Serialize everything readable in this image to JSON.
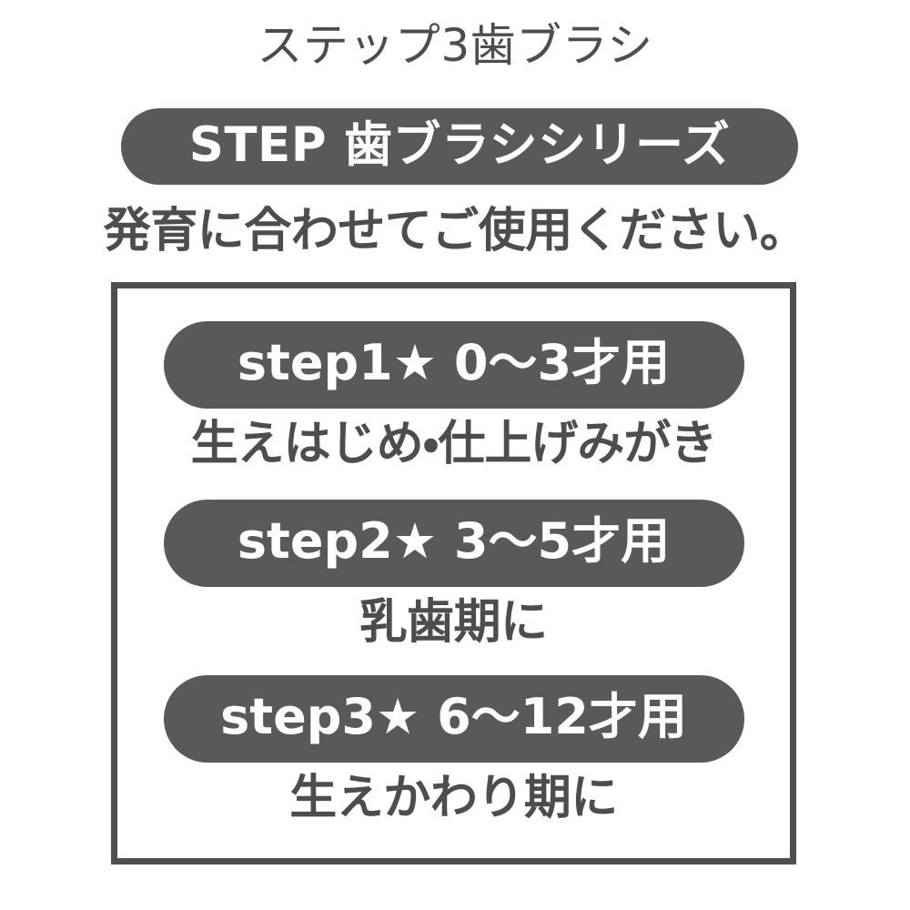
{
  "page": {
    "background_color": "#ffffff",
    "text_color": "#4d4d4d",
    "accent_gray": "#595959",
    "border_color": "#4f4f4f"
  },
  "header": {
    "product_title": "ステップ3歯ブラシ"
  },
  "series_banner": {
    "label": "STEP 歯ブラシシリーズ",
    "background_color": "#595959",
    "text_color": "#ffffff"
  },
  "usage_note": "発育に合わせてご使用ください。",
  "steps_box": {
    "steps": [
      {
        "pill_label": "step1★ 0〜3才用",
        "description": "生えはじめ・仕上げみがき",
        "step_number": "1",
        "age_range": "0〜3才用"
      },
      {
        "pill_label": "step2★ 3〜5才用",
        "description": "乳歯期に",
        "step_number": "2",
        "age_range": "3〜5才用"
      },
      {
        "pill_label": "step3★ 6〜12才用",
        "description": "生えかわり期に",
        "step_number": "3",
        "age_range": "6〜12才用"
      }
    ]
  }
}
